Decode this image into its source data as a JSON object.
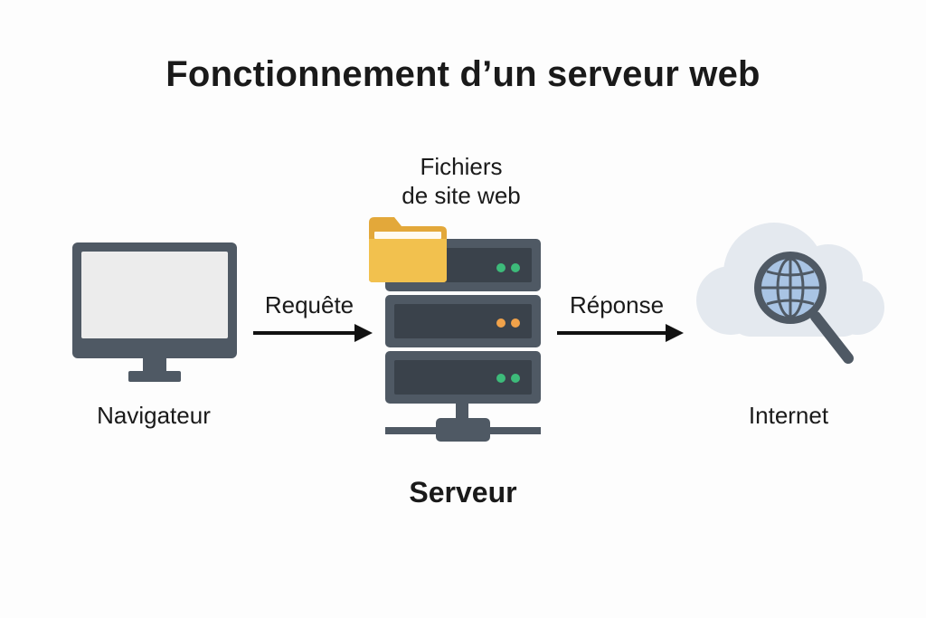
{
  "title": "Fonctionnement d’un serveur web",
  "nodes": {
    "browser": {
      "label": "Navigateur",
      "icon": "monitor-icon"
    },
    "server": {
      "label": "Serveur",
      "icon": "server-rack-icon"
    },
    "files": {
      "line1": "Fichiers",
      "line2": "de site web",
      "icon": "folder-icon"
    },
    "internet": {
      "label": "Internet",
      "icon": "cloud-globe-search-icon"
    }
  },
  "edges": {
    "request": {
      "label": "Requête",
      "from": "Navigateur",
      "to": "Serveur"
    },
    "response": {
      "label": "Réponse",
      "from": "Serveur",
      "to": "Internet"
    }
  },
  "colors": {
    "device": "#4f5964",
    "screen": "#ececec",
    "folder": "#f2c14e",
    "led_green": "#3dbb7a",
    "led_orange": "#f0a24a",
    "cloud": "#e4e9ef",
    "globe": "#a9c4e4",
    "arrow": "#111111"
  }
}
